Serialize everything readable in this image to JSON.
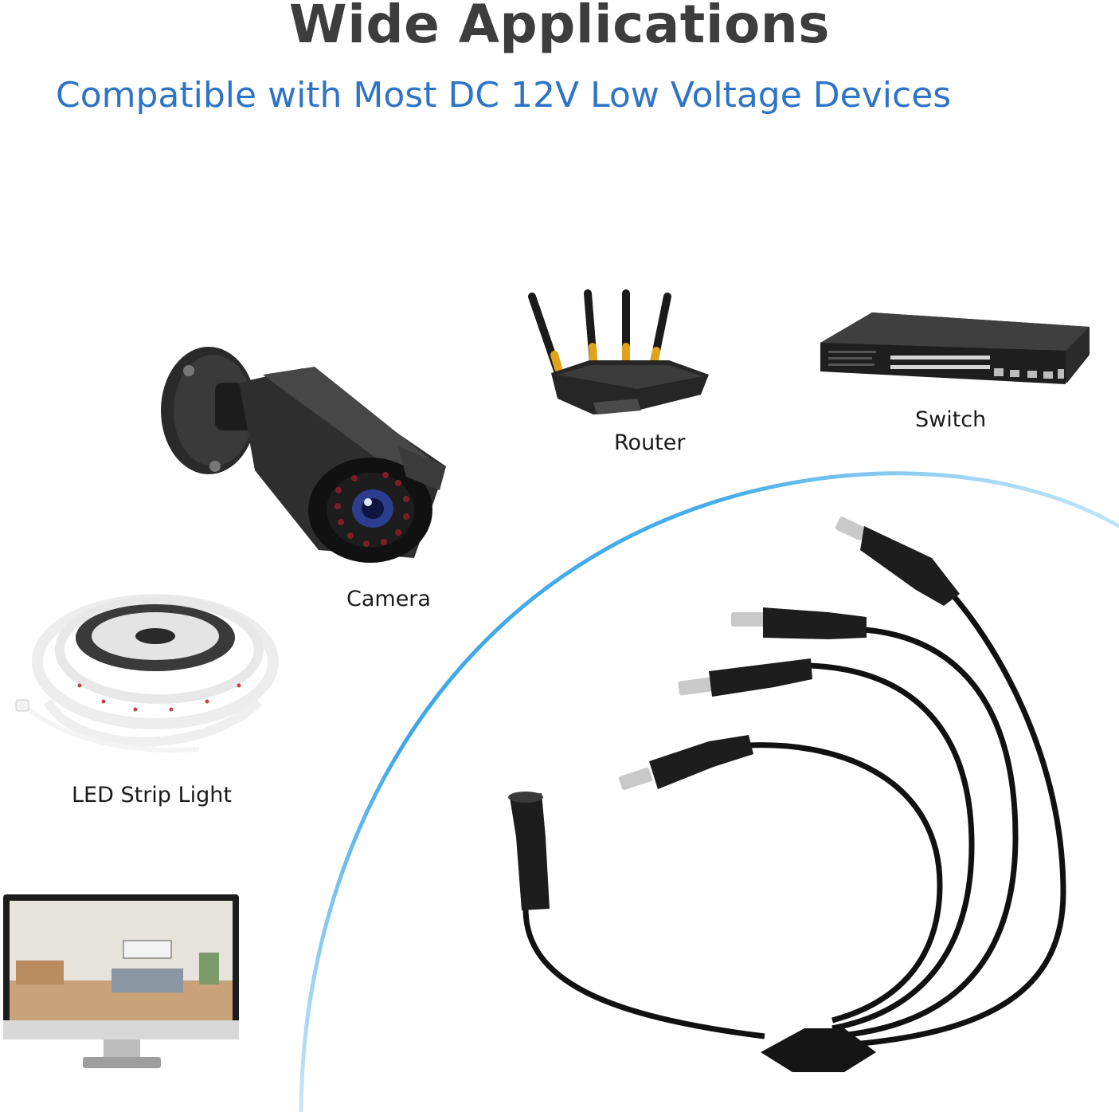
{
  "header": {
    "title": "Wide Applications",
    "subtitle": "Compatible with Most DC 12V Low Voltage Devices"
  },
  "devices": {
    "camera": "Camera",
    "router": "Router",
    "switch": "Switch",
    "led_strip": "LED Strip Light"
  },
  "colors": {
    "title": "#3d3d3d",
    "subtitle": "#2e74c6",
    "arc": "#4aa8e4",
    "cable": "#111111"
  }
}
